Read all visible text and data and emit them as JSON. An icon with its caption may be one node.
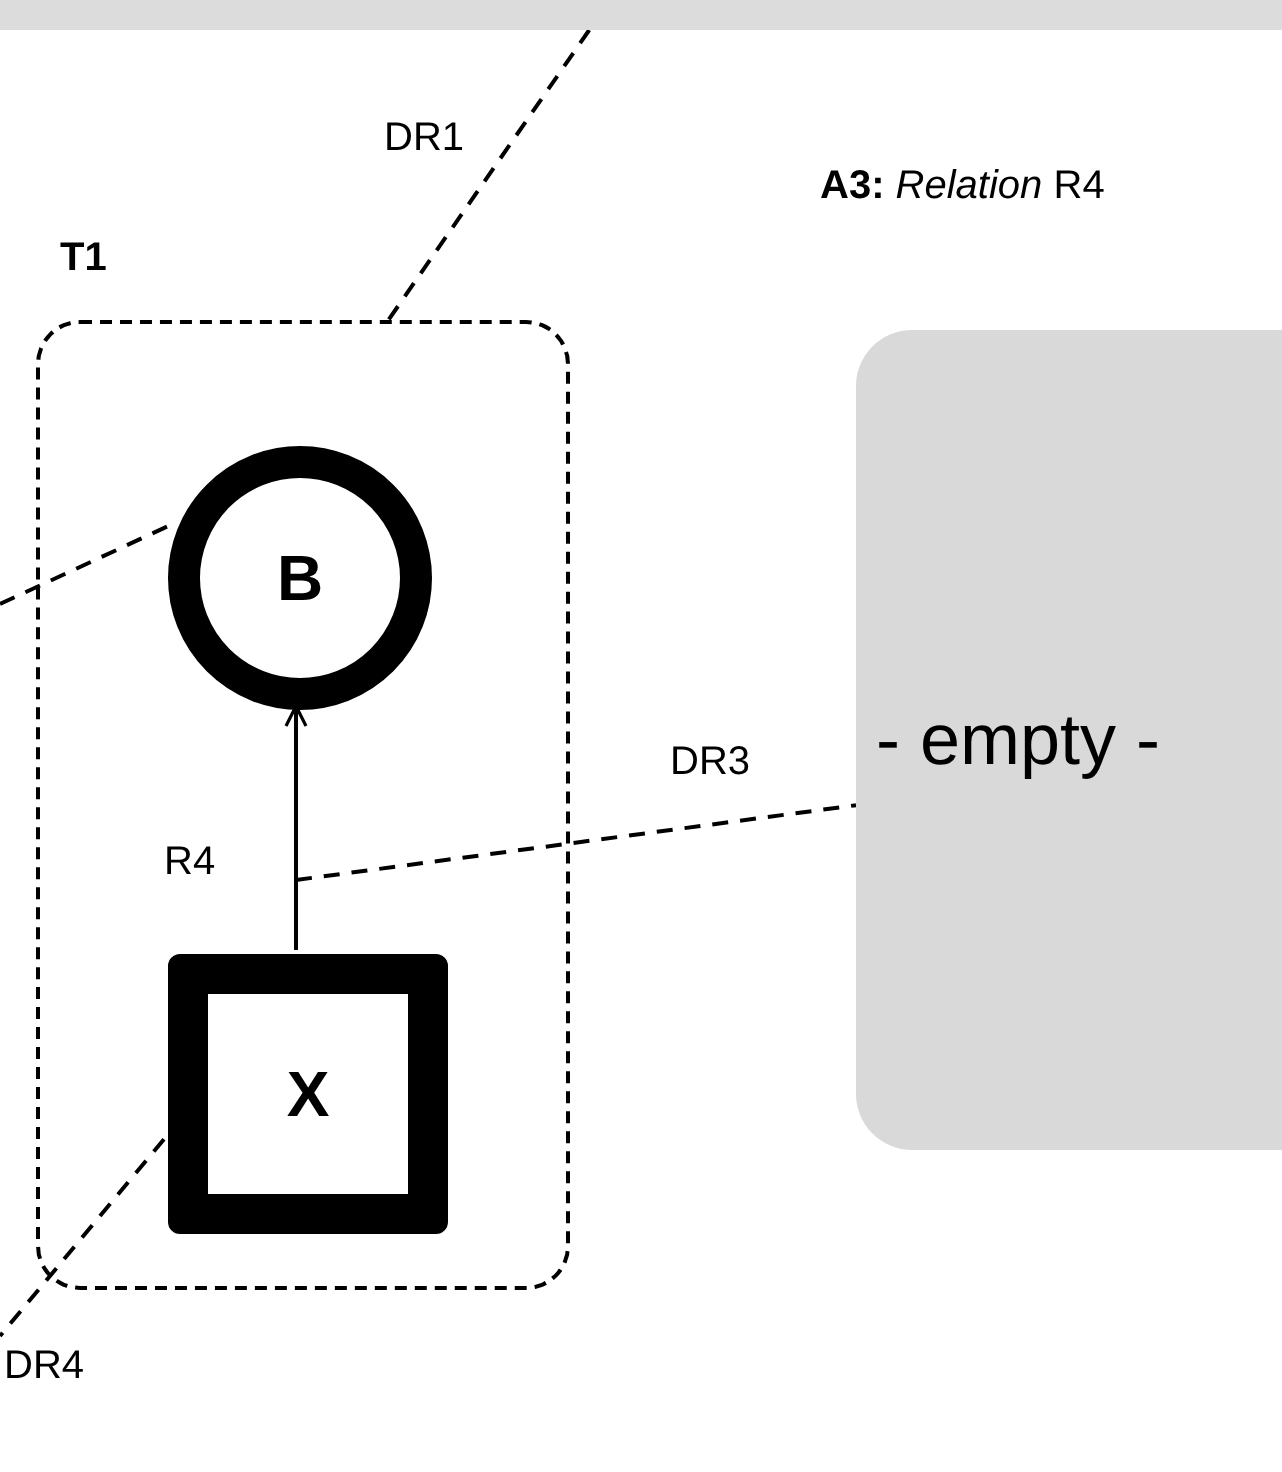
{
  "diagram": {
    "nodes": [
      {
        "text": [],
        "shape": "bar"
      },
      {
        "text": [
          "T1"
        ]
      },
      {
        "text": [
          "B"
        ],
        "in": 1
      },
      {
        "text": [
          "X"
        ],
        "in": 1
      },
      {
        "text": [
          "**A3:** *Relation* R4",
          "- empty -"
        ]
      }
    ],
    "edges": [
      {
        "from": 0,
        "to": 1,
        "arrow": "none",
        "label": "DR1",
        "style": "dashed"
      },
      {
        "from": null,
        "to": 2,
        "arrow": "none",
        "style": "dashed"
      },
      {
        "from": 3,
        "to": 2,
        "arrow": "to",
        "label": "R4"
      },
      {
        "from": null,
        "to": 4,
        "arrow": "none",
        "label": "DR3",
        "style": "dashed"
      },
      {
        "from": 3,
        "to": null,
        "arrow": "none",
        "label": "DR4",
        "style": "dashed"
      }
    ]
  }
}
